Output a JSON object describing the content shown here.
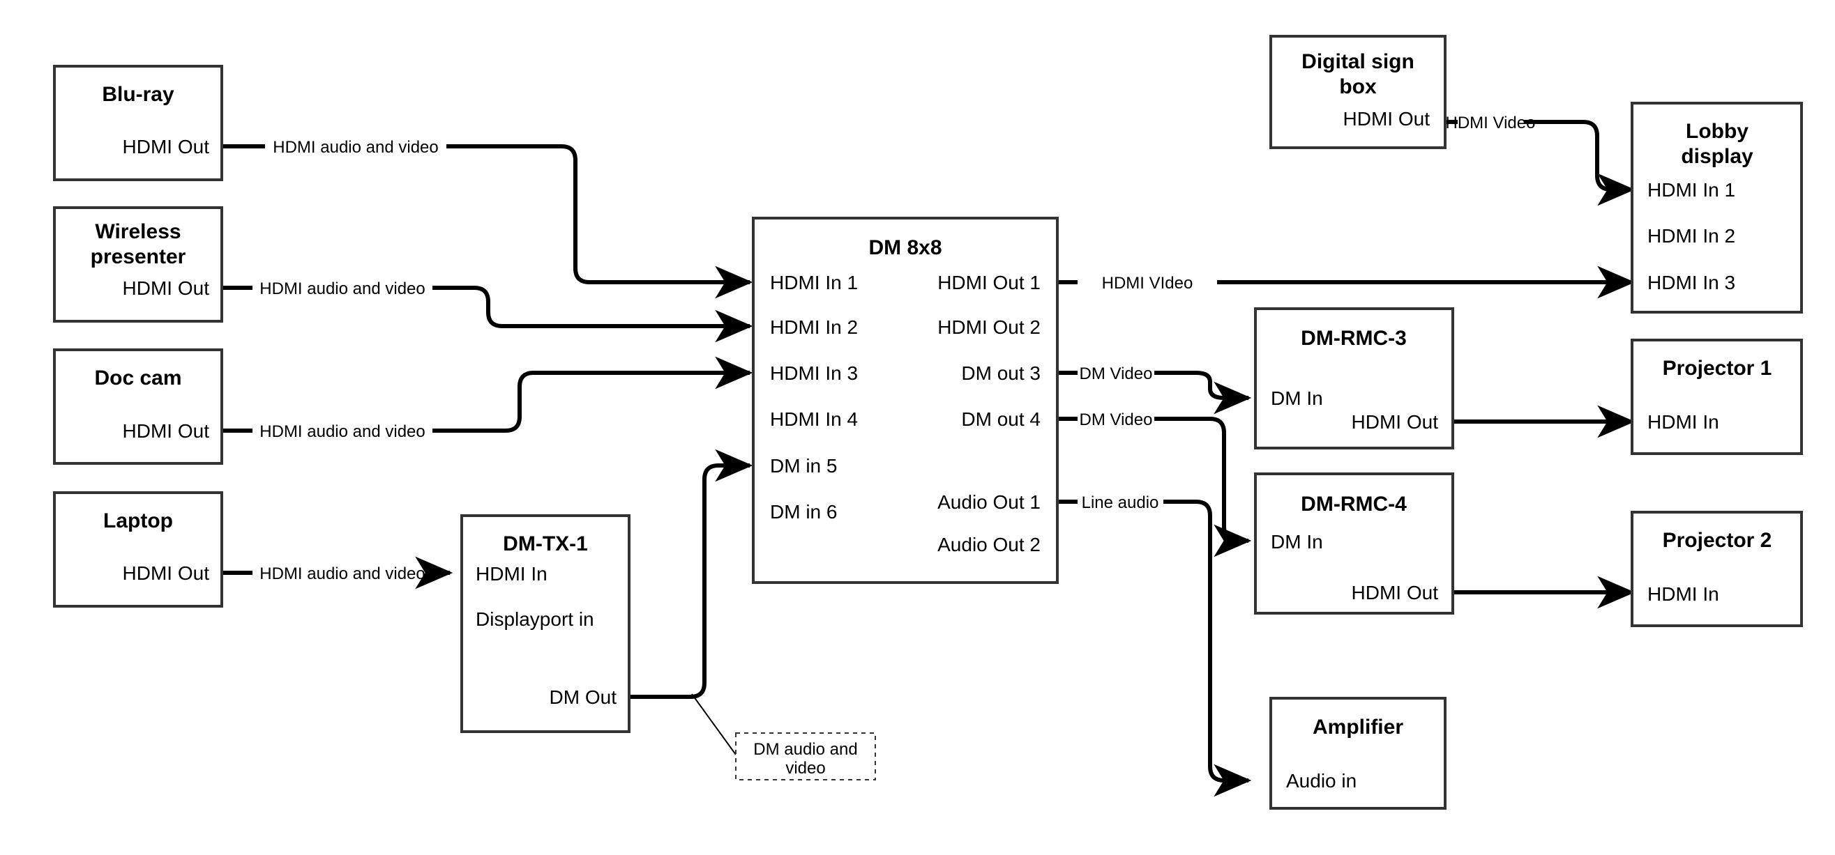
{
  "diagram": {
    "title": "AV signal flow diagram",
    "colors": {
      "box_stroke": "#333333",
      "wire": "#000000",
      "background": "#ffffff"
    }
  },
  "sources": {
    "bluray": {
      "title": "Blu-ray",
      "ports": {
        "out": "HDMI Out"
      }
    },
    "wireless_presenter": {
      "title_line1": "Wireless",
      "title_line2": "presenter",
      "ports": {
        "out": "HDMI Out"
      }
    },
    "doc_cam": {
      "title": "Doc cam",
      "ports": {
        "out": "HDMI Out"
      }
    },
    "laptop": {
      "title": "Laptop",
      "ports": {
        "out": "HDMI Out"
      }
    },
    "digital_sign_box": {
      "title_line1": "Digital sign",
      "title_line2": "box",
      "ports": {
        "out": "HDMI Out"
      }
    }
  },
  "transmitters": {
    "dm_tx_1": {
      "title": "DM-TX-1",
      "ports": {
        "hdmi_in": "HDMI In",
        "displayport_in": "Displayport in",
        "dm_out": "DM Out"
      }
    }
  },
  "switcher": {
    "dm_8x8": {
      "title": "DM 8x8",
      "inputs": [
        "HDMI In 1",
        "HDMI In 2",
        "HDMI In 3",
        "HDMI In 4",
        "DM in 5",
        "DM in 6"
      ],
      "outputs": [
        "HDMI Out 1",
        "HDMI Out 2",
        "DM out 3",
        "DM out 4",
        "Audio Out 1",
        "Audio Out 2"
      ]
    }
  },
  "receivers": {
    "dm_rmc_3": {
      "title": "DM-RMC-3",
      "ports": {
        "dm_in": "DM In",
        "hdmi_out": "HDMI Out"
      }
    },
    "dm_rmc_4": {
      "title": "DM-RMC-4",
      "ports": {
        "dm_in": "DM In",
        "hdmi_out": "HDMI Out"
      }
    }
  },
  "displays": {
    "lobby_display": {
      "title_line1": "Lobby",
      "title_line2": "display",
      "ports": [
        "HDMI In 1",
        "HDMI In 2",
        "HDMI In 3"
      ]
    },
    "projector_1": {
      "title": "Projector 1",
      "ports": {
        "in": "HDMI In"
      }
    },
    "projector_2": {
      "title": "Projector 2",
      "ports": {
        "in": "HDMI In"
      }
    }
  },
  "audio": {
    "amplifier": {
      "title": "Amplifier",
      "ports": {
        "in": "Audio in"
      }
    }
  },
  "edge_labels": {
    "bluray_to_switcher": "HDMI audio and video",
    "wireless_to_switcher": "HDMI audio and video",
    "doccam_to_switcher": "HDMI audio and video",
    "laptop_to_tx": "HDMI audio and video",
    "sign_to_lobby": "HDMI Video",
    "hdmiout1_to_lobby": "HDMI VIdeo",
    "dmout3_to_rmc3": "DM Video",
    "dmout4_to_rmc4": "DM Video",
    "audioout1_to_amp": "Line audio"
  },
  "notes": {
    "dm_audio_video": {
      "line1": "DM audio and",
      "line2": "video"
    }
  }
}
